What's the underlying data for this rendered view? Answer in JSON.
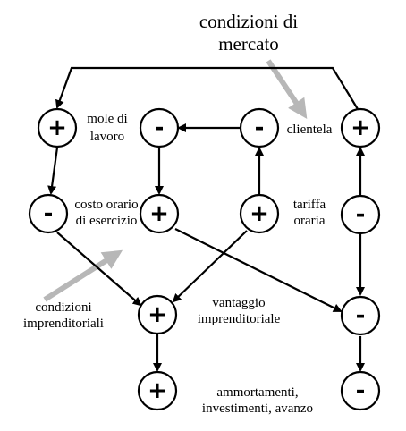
{
  "diagram": {
    "nodes": [
      {
        "id": "mole",
        "sign": "+"
      },
      {
        "id": "costo_top",
        "sign": "-"
      },
      {
        "id": "clientela_node",
        "sign": "-"
      },
      {
        "id": "right_top",
        "sign": "+"
      },
      {
        "id": "left_mid",
        "sign": "-"
      },
      {
        "id": "costo_mid",
        "sign": "+"
      },
      {
        "id": "mid_right",
        "sign": "+"
      },
      {
        "id": "tariffa",
        "sign": "-"
      },
      {
        "id": "vantaggio",
        "sign": "+"
      },
      {
        "id": "right_low",
        "sign": "-"
      },
      {
        "id": "ammort",
        "sign": "+"
      },
      {
        "id": "bottom_right",
        "sign": "-"
      }
    ],
    "labels": {
      "condizioni_mercato_1": "condizioni di",
      "condizioni_mercato_2": "mercato",
      "mole_1": "mole di",
      "mole_2": "lavoro",
      "clientela": "clientela",
      "costo_1": "costo orario",
      "costo_2": "di esercizio",
      "tariffa_1": "tariffa",
      "tariffa_2": "oraria",
      "cond_impr_1": "condizioni",
      "cond_impr_2": "imprenditoriali",
      "vantaggio_1": "vantaggio",
      "vantaggio_2": "imprenditoriale",
      "ammort_1": "ammortamenti,",
      "ammort_2": "investimenti, avanzo"
    }
  }
}
